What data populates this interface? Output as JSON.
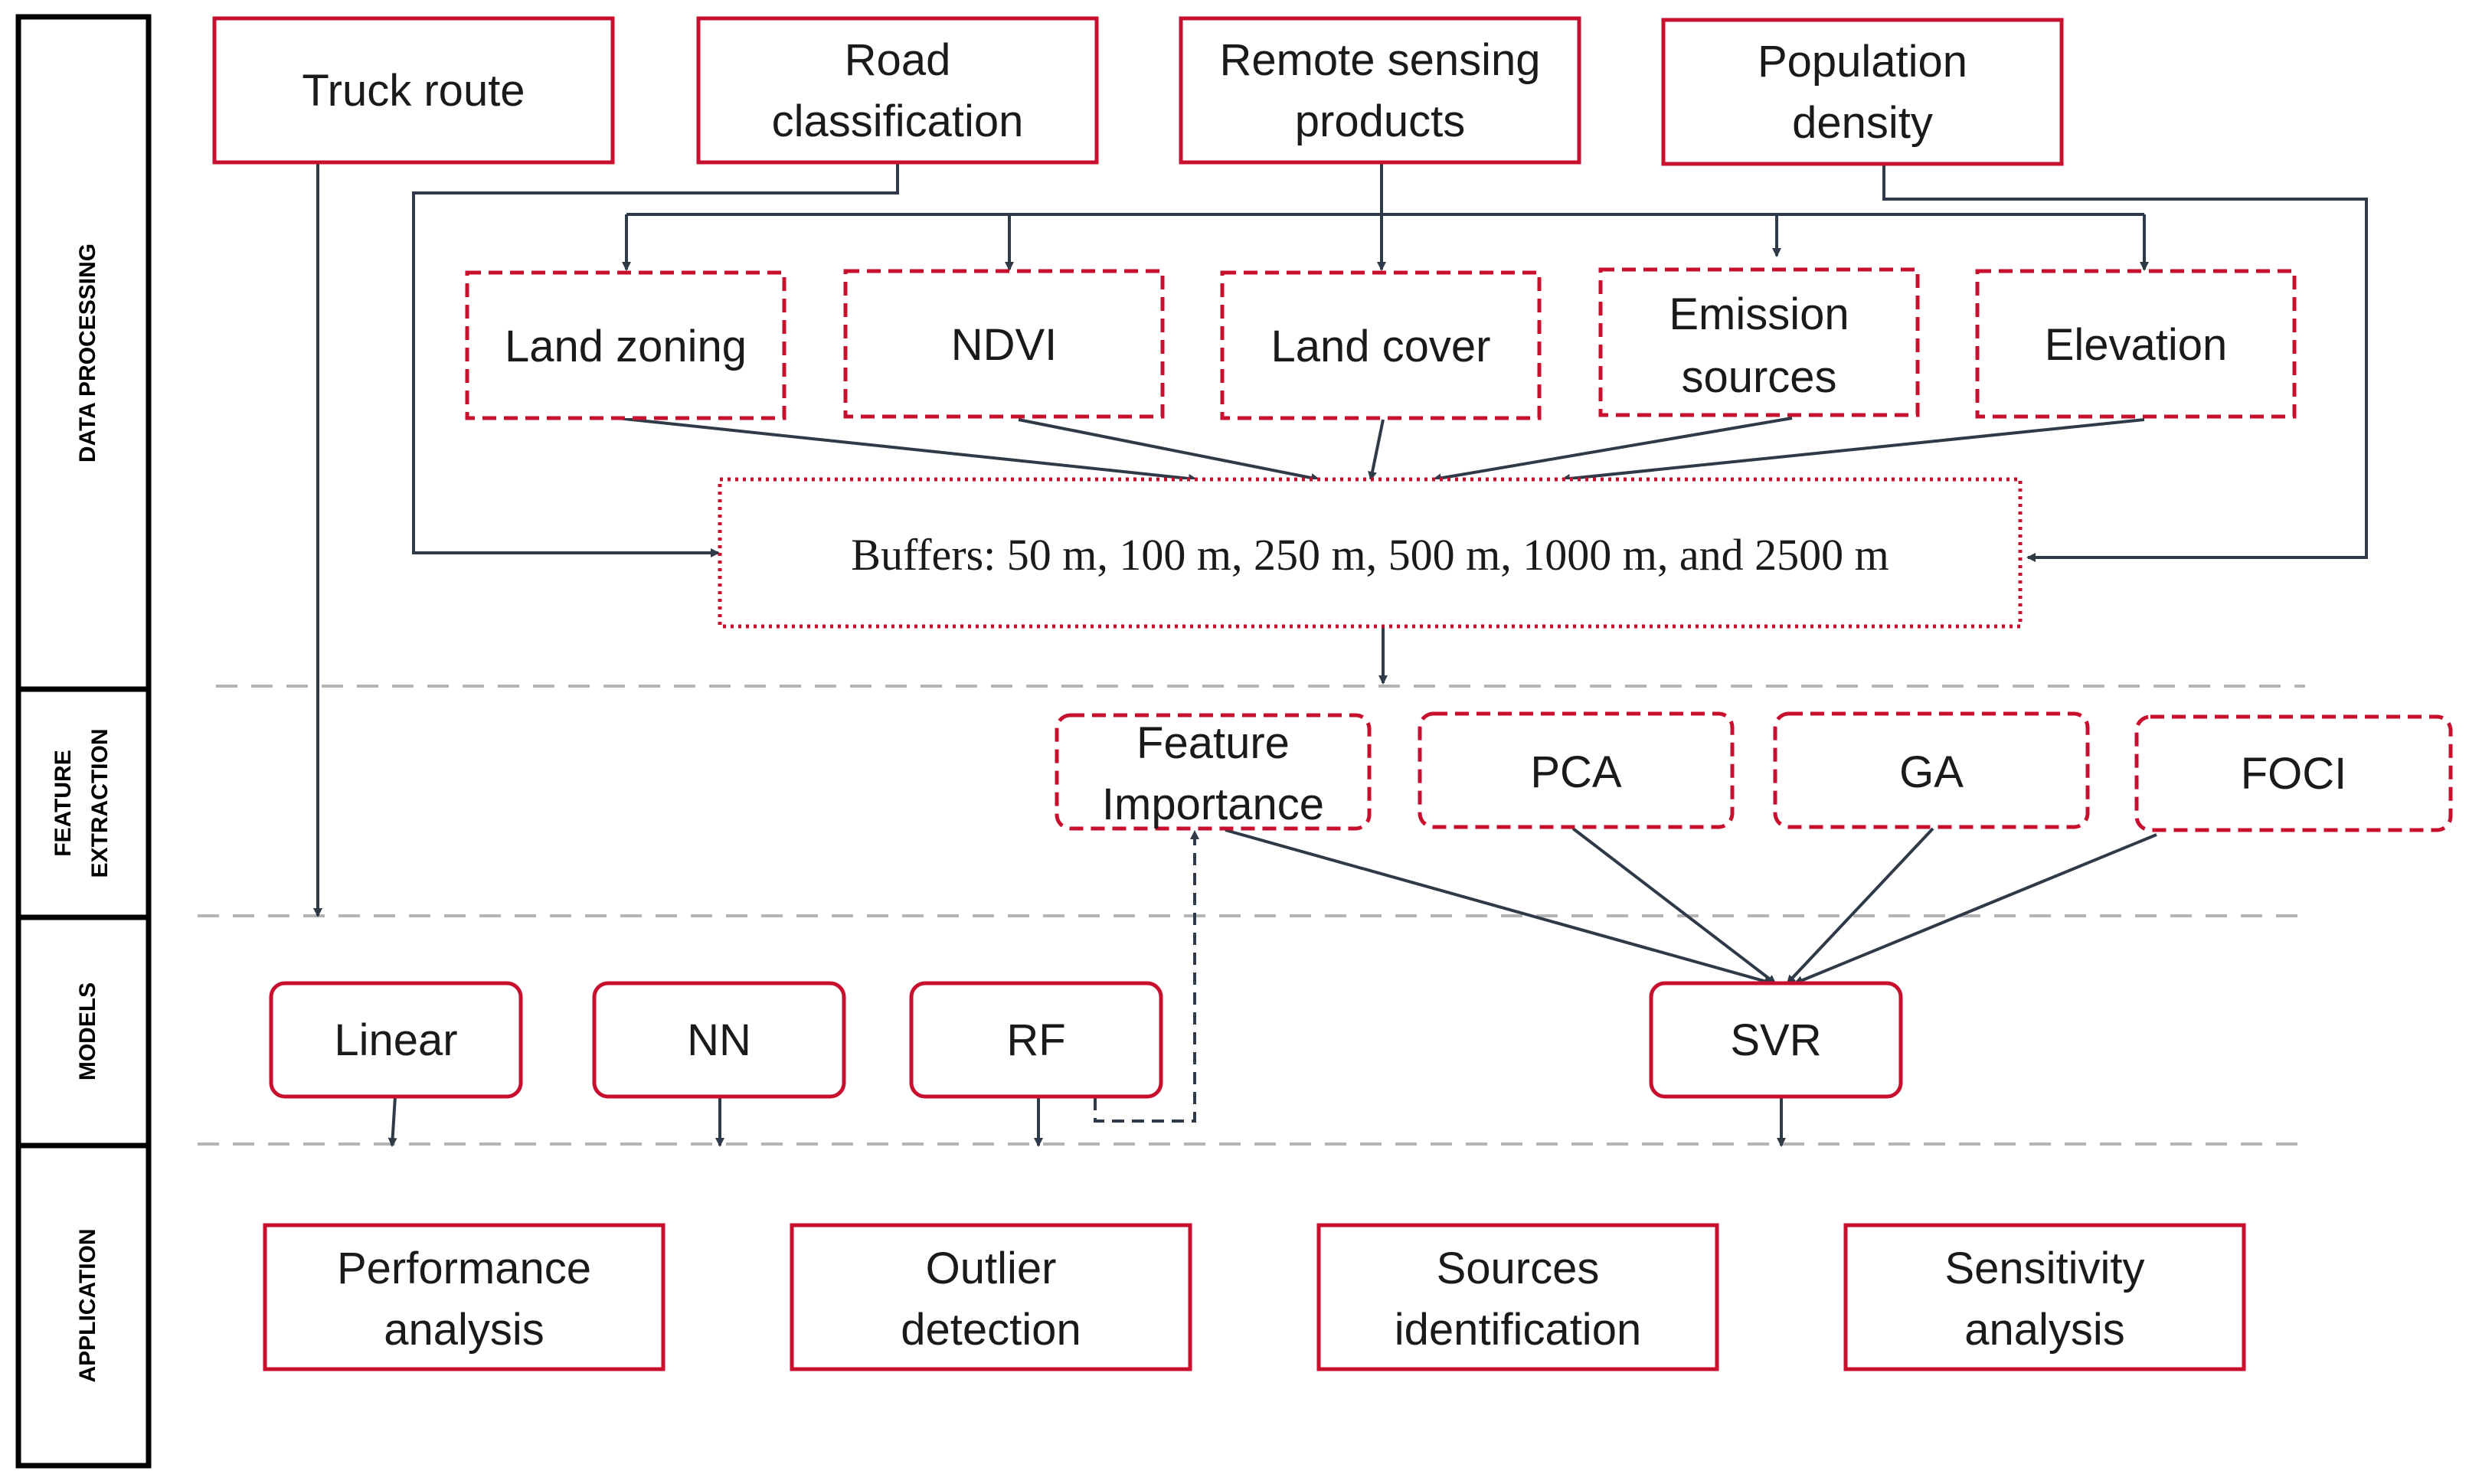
{
  "phases": {
    "data_processing": "DATA PROCESSING",
    "feature_extraction_line1": "FEATURE",
    "feature_extraction_line2": "EXTRACTION",
    "models": "MODELS",
    "application": "APPLICATION"
  },
  "inputs": {
    "truck_route": "Truck route",
    "road_classification": [
      "Road",
      "classification"
    ],
    "remote_sensing": [
      "Remote sensing",
      "products"
    ],
    "population_density": [
      "Population",
      "density"
    ]
  },
  "derived": {
    "land_zoning": "Land zoning",
    "ndvi": "NDVI",
    "land_cover": "Land cover",
    "emission_sources": [
      "Emission",
      "sources"
    ],
    "elevation": "Elevation"
  },
  "buffers": "Buffers: 50 m, 100 m, 250 m, 500 m, 1000 m, and 2500 m",
  "features": {
    "feature_importance": [
      "Feature",
      "Importance"
    ],
    "pca": "PCA",
    "ga": "GA",
    "foci": "FOCI"
  },
  "models": {
    "linear": "Linear",
    "nn": "NN",
    "rf": "RF",
    "svr": "SVR"
  },
  "applications": {
    "performance": [
      "Performance",
      "analysis"
    ],
    "outlier": [
      "Outlier",
      "detection"
    ],
    "sources": [
      "Sources",
      "identification"
    ],
    "sensitivity": [
      "Sensitivity",
      "analysis"
    ]
  },
  "colors": {
    "box_border": "#c8102e",
    "arrow": "#2f3a48",
    "separator": "#b3b3b3",
    "phase_border": "#000000"
  }
}
